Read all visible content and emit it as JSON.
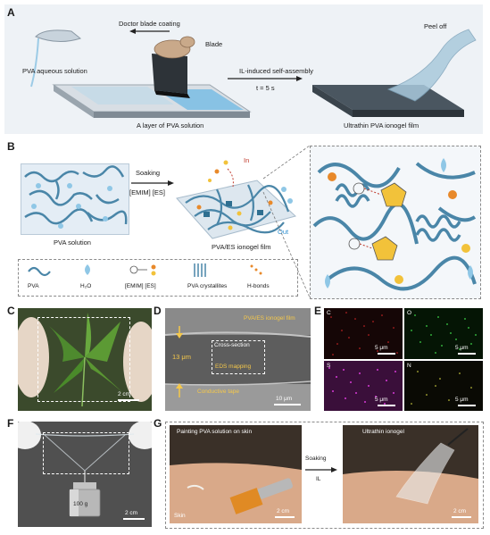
{
  "panels": {
    "A": {
      "label": "A",
      "pva_aqueous": "PVA aqueous solution",
      "doctor_blade": "Doctor blade coating",
      "blade": "Blade",
      "layer": "A layer of PVA solution",
      "il_assembly": "IL-induced self-assembly",
      "time": "t = 5 s",
      "peel_off": "Peel off",
      "ultrathin_film": "Ultrathin PVA ionogel film"
    },
    "B": {
      "label": "B",
      "soaking": "Soaking",
      "emim_es": "[EMIM] [ES]",
      "in": "In",
      "out": "Out",
      "pva_solution": "PVA solution",
      "ionogel_film": "PVA/ES ionogel film",
      "legend": {
        "pva": "PVA",
        "h2o": "H₂O",
        "emim_es": "[EMIM] [ES]",
        "crystallites": "PVA crystallites",
        "hbonds": "H-bonds"
      }
    },
    "C": {
      "label": "C",
      "scale": "2 cm"
    },
    "D": {
      "label": "D",
      "film": "PVA/ES ionogel film",
      "cross_section": "Cross-section",
      "thickness": "13 μm",
      "eds": "EDS mapping",
      "tape": "Conductive tape",
      "scale": "10 μm"
    },
    "E": {
      "label": "E",
      "maps": [
        {
          "element": "C",
          "scale": "5 μm",
          "color": "#e0282a"
        },
        {
          "element": "O",
          "scale": "5 μm",
          "color": "#3fd64a"
        },
        {
          "element": "S",
          "scale": "5 μm",
          "color": "#d63ad6"
        },
        {
          "element": "N",
          "scale": "5 μm",
          "color": "#e8e84a"
        }
      ]
    },
    "F": {
      "label": "F",
      "weight": "100 g",
      "scale": "2 cm"
    },
    "G": {
      "label": "G",
      "painting": "Painting PVA solution on skin",
      "skin": "Skin",
      "scale1": "2 cm",
      "soaking": "Soaking",
      "il": "IL",
      "ultrathin": "Ultrathin ionogel",
      "scale2": "2 cm"
    }
  },
  "colors": {
    "pva_chain": "#4a86a8",
    "panel_bg": "#eef3f8",
    "ion_orange": "#e8892a",
    "ion_yellow": "#f2c23a",
    "droplet": "#8fc7e6"
  }
}
